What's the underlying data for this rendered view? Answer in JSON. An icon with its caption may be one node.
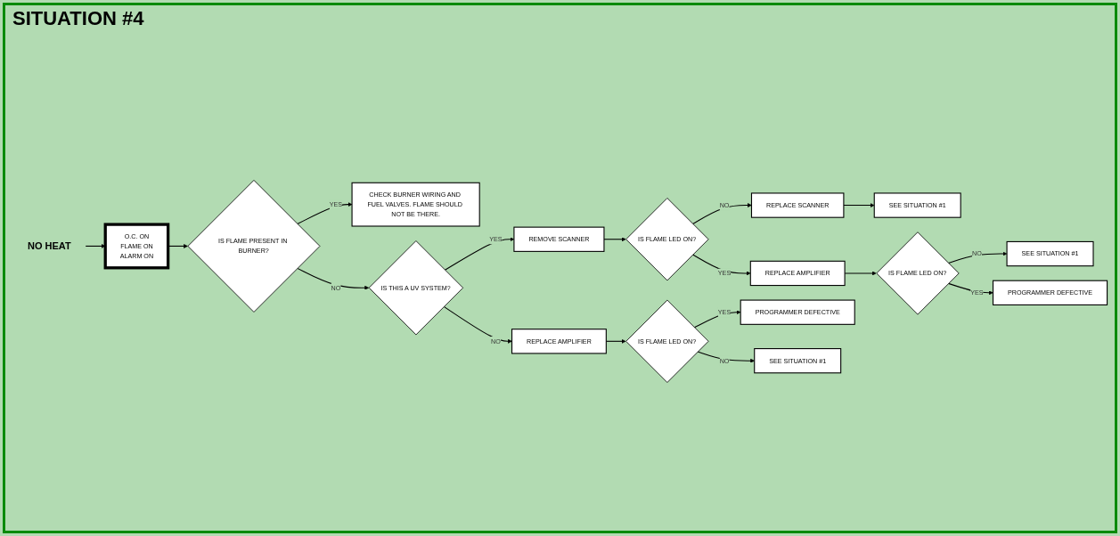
{
  "diagram": {
    "title": "SITUATION #4",
    "nodes": [
      {
        "text": [
          "NO HEAT"
        ]
      },
      {
        "text": [
          "O.C. ON",
          "FLAME ON",
          "ALARM ON"
        ]
      },
      {
        "text": [
          "IS FLAME PRESENT IN BURNER?"
        ]
      },
      {
        "text": [
          "CHECK BURNER WIRING AND FUEL VALVES. FLAME SHOULD NOT BE THERE."
        ]
      },
      {
        "text": [
          "IS THIS A UV SYSTEM?"
        ]
      },
      {
        "text": [
          "REMOVE SCANNER"
        ]
      },
      {
        "text": [
          "IS FLAME LED ON?"
        ]
      },
      {
        "text": [
          "REPLACE SCANNER"
        ]
      },
      {
        "text": [
          "SEE SITUATION #1"
        ]
      },
      {
        "text": [
          "REPLACE AMPLIFIER"
        ]
      },
      {
        "text": [
          "IS FLAME LED ON?"
        ]
      },
      {
        "text": [
          "SEE SITUATION #1"
        ]
      },
      {
        "text": [
          "PROGRAMMER DEFECTIVE"
        ]
      },
      {
        "text": [
          "REPLACE AMPLIFIER"
        ]
      },
      {
        "text": [
          "IS FLAME LED ON?"
        ]
      },
      {
        "text": [
          "PROGRAMMER DEFECTIVE"
        ]
      },
      {
        "text": [
          "SEE SITUATION #1"
        ]
      }
    ],
    "edges": [
      {
        "from": 0,
        "to": 1,
        "arrow": "to"
      },
      {
        "from": 1,
        "to": 2,
        "arrow": "to"
      },
      {
        "from": 2,
        "to": 4,
        "arrow": "to",
        "label": "NO"
      },
      {
        "from": 2,
        "to": 3,
        "arrow": "to",
        "label": "YES"
      },
      {
        "from": 4,
        "to": 5,
        "arrow": "to",
        "label": "YES"
      },
      {
        "from": 4,
        "to": 13,
        "arrow": "to",
        "label": "NO"
      },
      {
        "from": 5,
        "to": 6,
        "arrow": "to"
      },
      {
        "from": 6,
        "to": 7,
        "arrow": "to",
        "label": "NO"
      },
      {
        "from": 7,
        "to": 8,
        "arrow": "to"
      },
      {
        "from": 6,
        "to": 9,
        "arrow": "to",
        "label": "YES"
      },
      {
        "from": 9,
        "to": 10,
        "arrow": "to"
      },
      {
        "from": 10,
        "to": 11,
        "arrow": "to",
        "label": "NO"
      },
      {
        "from": 10,
        "to": 12,
        "arrow": "to",
        "label": "YES"
      },
      {
        "from": 13,
        "to": 14,
        "arrow": "to"
      },
      {
        "from": 14,
        "to": 15,
        "arrow": "to",
        "label": "YES"
      },
      {
        "from": 14,
        "to": 16,
        "arrow": "to",
        "label": "NO"
      }
    ]
  }
}
